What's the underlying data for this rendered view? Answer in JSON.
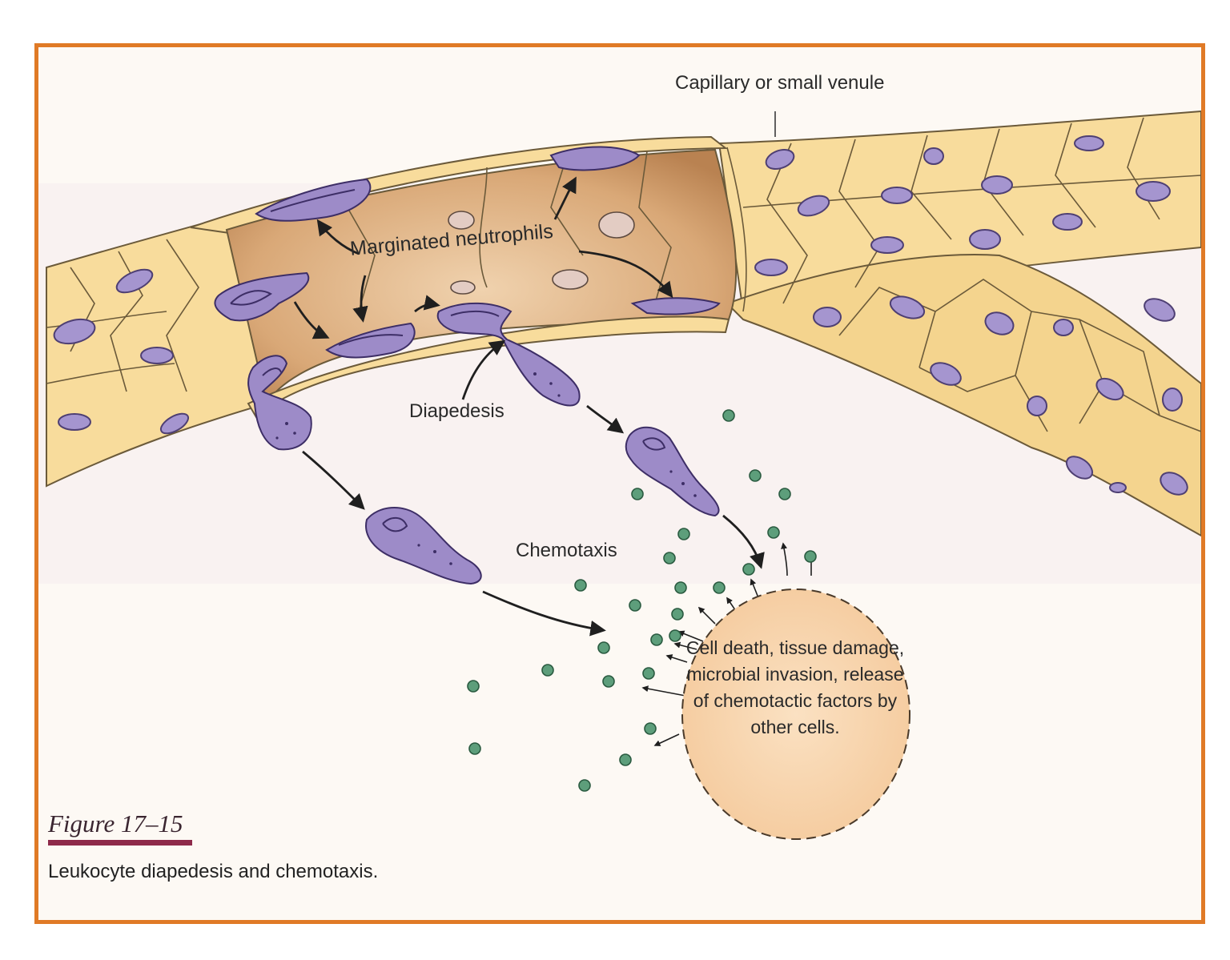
{
  "labels": {
    "capillary": "Capillary or small venule",
    "marginated": "Marginated neutrophils",
    "diapedesis": "Diapedesis",
    "chemotaxis": "Chemotaxis",
    "source": "Cell death, tissue damage, microbial invasion, release of chemotactic factors by other cells."
  },
  "figure": {
    "number": "Figure 17–15",
    "caption": "Leukocyte diapedesis and chemotaxis."
  },
  "colors": {
    "frame": "#e07a26",
    "vessel_cells": "#f8dc9c",
    "vessel_lumen": "#d9a877",
    "nucleus": "#a595cf",
    "neutrophil": "#9d8bc8",
    "chemotactic_factor": "#5d9e7b",
    "source_zone": "#f8d4ae",
    "caption_rule": "#8e2a4a"
  },
  "icons": {
    "neutrophil": "neutrophil-cell-icon",
    "chemotactic_factor": "chemotactic-factor-dot-icon",
    "arrow": "arrow-icon"
  }
}
